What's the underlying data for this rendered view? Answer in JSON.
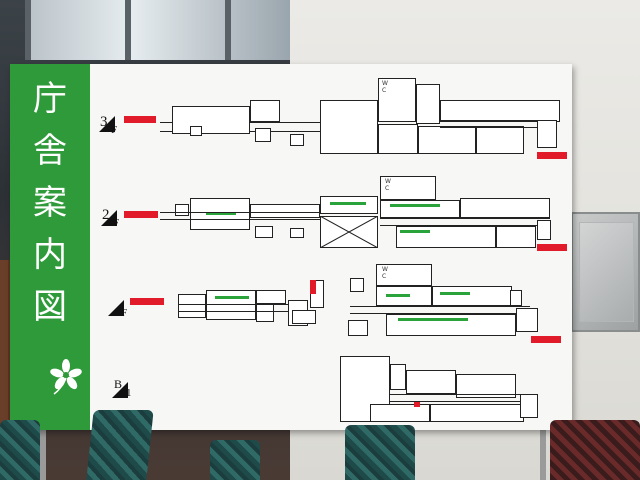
{
  "board": {
    "title_chars": [
      "庁",
      "舎",
      "案",
      "内",
      "図"
    ],
    "floors": [
      {
        "id": "3F",
        "num": "3",
        "letter": "F"
      },
      {
        "id": "2F",
        "num": "2",
        "letter": "F"
      },
      {
        "id": "1F",
        "num": "",
        "letter": "F"
      },
      {
        "id": "B1",
        "num": "B",
        "letter": "1"
      }
    ],
    "wc_label": "W C"
  },
  "colors": {
    "sidebar": "#2f9a3a",
    "exit_red": "#e21b2a",
    "section_green": "#2aa33b",
    "board_bg": "#f7f7f6"
  }
}
